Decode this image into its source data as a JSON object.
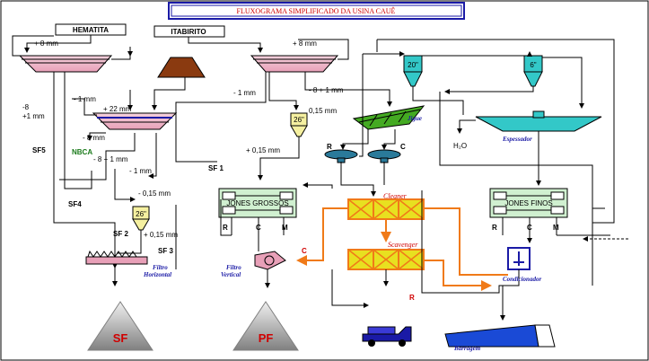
{
  "title": "FLUXOGRAMA SIMPLIFICADO DA USINA CAUÊ",
  "feeds": {
    "hematita": "HEMATITA",
    "itabirito": "ITABIRITO"
  },
  "sizes": {
    "plus8_left": "+ 8 mm",
    "plus8_right": "+ 8 mm",
    "minus1_left": "- 1 mm",
    "minus1_right": "- 1 mm",
    "minus8_plus1_left": "- 8 + 1 mm",
    "minus8_plus1_right": "- 8 + 1 mm",
    "minus8_plus1_side": "-8\n+1 mm",
    "plus22": "+ 22 mm",
    "minus8": "- 8 mm",
    "minus1_mid": "- 1 mm",
    "minus015": "- 0,15 mm",
    "plus015_a": "+ 0,15 mm",
    "plus015_b": "+ 0,15 mm",
    "plus015_c": "0,15 mm"
  },
  "streams": {
    "sf1": "SF 1",
    "sf2": "SF 2",
    "sf3": "SF 3",
    "sf4": "SF4",
    "sf5": "SF5"
  },
  "equipment": {
    "nbca": "NBCA",
    "cyclone_left": "26\"",
    "cyclone_mid": "26\"",
    "cyclone_20": "20\"",
    "cyclone_6": "6\"",
    "jigue": "Jigue",
    "espessador": "Espessador",
    "h2o": "H₂O",
    "jones_grossos": "JONES GROSSOS",
    "jones_finos": "JONES FINOS",
    "cleaner": "Cleaner",
    "scavenger": "Scavenger",
    "filtro_horizontal": "Filtro\nHorizontal",
    "filtro_vertical": "Filtro\nVertical",
    "condicionador": "Condicionador",
    "barragem": "Barragem"
  },
  "products": {
    "sf": "SF",
    "pf": "PF"
  },
  "rcm": {
    "r1": "R",
    "c1": "C",
    "m1": "M",
    "r2": "R",
    "c2": "C",
    "m2": "M",
    "r_jig": "R",
    "c_jig": "C",
    "c_orange": "C",
    "r_orange": "R"
  },
  "colors": {
    "title_border": "#1a1aa6",
    "title_text": "#d00000",
    "screen_fill": "#e8a0b8",
    "rhombus_fill": "#8a3a10",
    "orange_stream": "#f07a18",
    "cyclone_fill": "#33c8c8",
    "jig_fill": "#44aa22",
    "pile_fill": "#909090"
  }
}
